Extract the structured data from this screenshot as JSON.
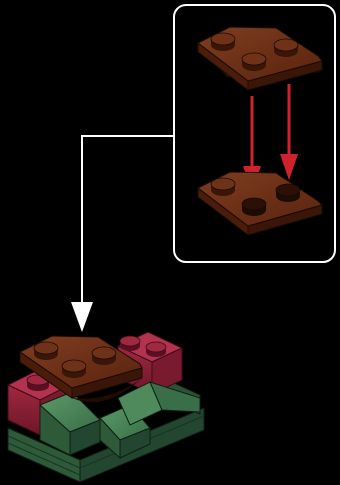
{
  "diagram": {
    "background_color": "#000000",
    "callout": {
      "border_color": "#ffffff",
      "title": "",
      "top_piece": {
        "name": "brown-wedge-plate",
        "studs": 3,
        "color": "#6b2d12"
      },
      "bottom_piece": {
        "name": "brown-wedge-plate",
        "studs": 3,
        "color": "#6b2d12"
      },
      "arrow_color": "#d0222c",
      "arrow_count": 2
    },
    "connector": {
      "line_color": "#ffffff",
      "arrow_color": "#ffffff"
    },
    "model": {
      "colors": {
        "brown": "#6b2d12",
        "dark_red": "#8c2136",
        "dark_green": "#2f5a3a",
        "green": "#3c6e47"
      }
    }
  }
}
